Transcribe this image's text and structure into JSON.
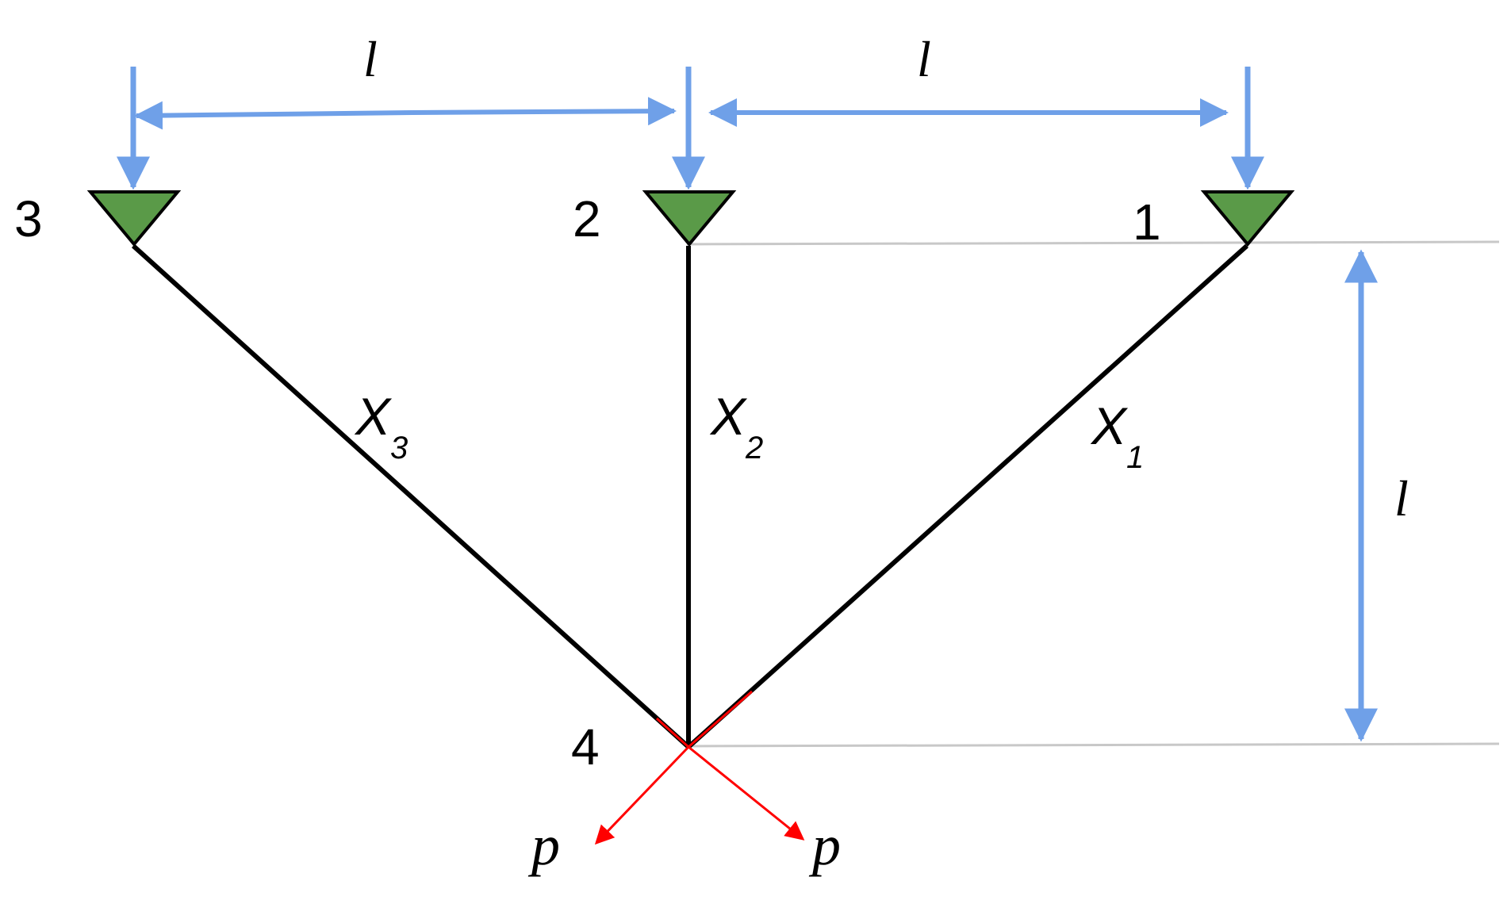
{
  "diagram": {
    "nodes": [
      {
        "id": "1",
        "label": "1"
      },
      {
        "id": "2",
        "label": "2"
      },
      {
        "id": "3",
        "label": "3"
      },
      {
        "id": "4",
        "label": "4"
      }
    ],
    "members": [
      {
        "id": "X1",
        "symbol": "X",
        "subscript": "1",
        "from": "1",
        "to": "4"
      },
      {
        "id": "X2",
        "symbol": "X",
        "subscript": "2",
        "from": "2",
        "to": "4"
      },
      {
        "id": "X3",
        "symbol": "X",
        "subscript": "3",
        "from": "3",
        "to": "4"
      }
    ],
    "dimensions": {
      "span_left": "l",
      "span_right": "l",
      "height": "l"
    },
    "loads": [
      {
        "label": "p",
        "direction": "down-left"
      },
      {
        "label": "p",
        "direction": "down-right"
      }
    ],
    "colors": {
      "support": "#5a9a48",
      "dimension": "#6fa0e8",
      "member": "#000000",
      "load": "#ff0000",
      "guide": "#c8c8c8"
    }
  }
}
